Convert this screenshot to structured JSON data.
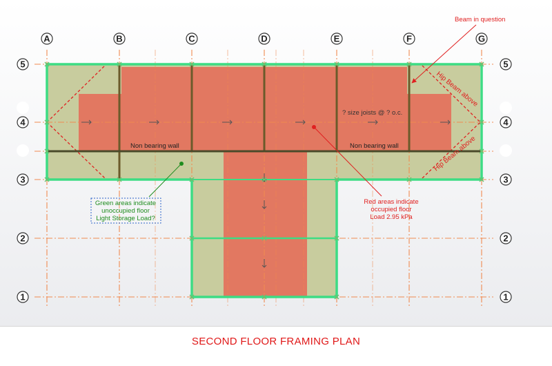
{
  "grid": {
    "columns": [
      "A",
      "B",
      "C",
      "D",
      "E",
      "F",
      "G"
    ],
    "rows": [
      "5",
      "4",
      "3",
      "2",
      "1"
    ]
  },
  "annotations": {
    "beam_in_question": "Beam in question",
    "hip_beam_upper": "Hip Beam above",
    "hip_beam_lower": "Hip Beam above",
    "joists_note": "? size joists @ ? o.c.",
    "wall_left": "Non bearing wall",
    "wall_right": "Non bearing wall",
    "green_note": [
      "Green areas indicate",
      "unoccupied floor",
      "Light Storage Load?"
    ],
    "red_note": [
      "Red areas indicate",
      "occupied floor",
      "Load 2.95 kPa"
    ]
  },
  "colors": {
    "occupied_red": "#e27861",
    "unoccupied_green": "#c8cc9e",
    "outline_green": "#3ddc84",
    "beam_brown": "#6b5a2a",
    "grid_orange": "#f08a50",
    "annotation_red": "#e02020",
    "annotation_green": "#1e8c1e",
    "annotation_blue": "#2a62c9"
  },
  "title": "SECOND FLOOR FRAMING PLAN"
}
